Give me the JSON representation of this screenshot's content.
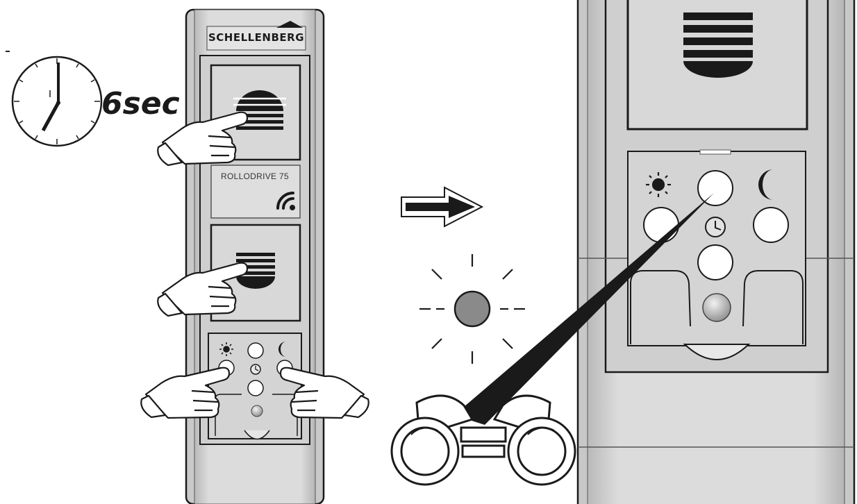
{
  "labels": {
    "duration": "6sec",
    "brand": "SCHELLENBERG",
    "model": "ROLLODRIVE 75"
  },
  "icons": {
    "timer": "clock-icon",
    "sun": "sun-icon",
    "moon": "moon-icon",
    "arrow": "arrow-right-icon",
    "blinking_led": "blinking-led-icon",
    "observe": "binoculars-icon",
    "radio": "wireless-signal-icon",
    "press": "pointing-hand-icon"
  },
  "colors": {
    "device_body": "#d6d6d6",
    "panel": "#cfcfcf",
    "outline": "#1a1a1a",
    "led_blinking": "#8a8a8a"
  }
}
